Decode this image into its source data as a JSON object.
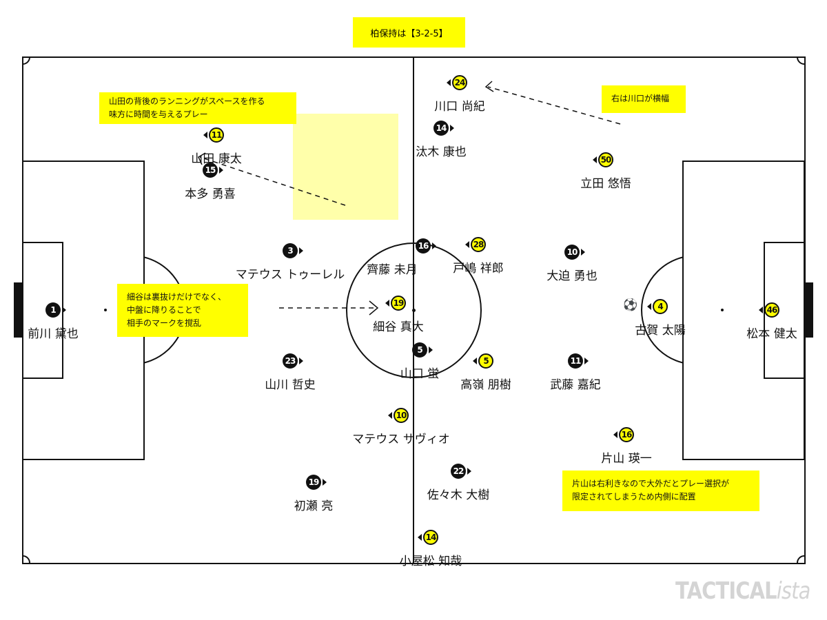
{
  "title": "柏保持は【3-2-5】",
  "notes": {
    "yamada": [
      "山田の背後のランニングがスペースを作る",
      "味方に時間を与えるプレー"
    ],
    "hosoya": [
      "細谷は裏抜けだけでなく、",
      "中盤に降りることで",
      "相手のマークを撹乱"
    ],
    "kawaguchi": [
      "右は川口が横幅"
    ],
    "katayama": [
      "片山は右利きなので大外だとプレー選択が",
      "限定されてしまうため内側に配置"
    ]
  },
  "black_team": [
    {
      "number": "1",
      "name": "前川 黛也"
    },
    {
      "number": "15",
      "name": "本多 勇喜"
    },
    {
      "number": "3",
      "name": "マテウス トゥーレル"
    },
    {
      "number": "23",
      "name": "山川 哲史"
    },
    {
      "number": "19",
      "name": "初瀬 亮"
    },
    {
      "number": "16",
      "name": "齊藤 未月"
    },
    {
      "number": "14",
      "name": "汰木 康也"
    },
    {
      "number": "5",
      "name": "山口 蛍"
    },
    {
      "number": "22",
      "name": "佐々木 大樹"
    },
    {
      "number": "10",
      "name": "大迫 勇也"
    },
    {
      "number": "11",
      "name": "武藤 嘉紀"
    }
  ],
  "yellow_team": [
    {
      "number": "11",
      "name": "山田 康太"
    },
    {
      "number": "24",
      "name": "川口 尚紀"
    },
    {
      "number": "50",
      "name": "立田 悠悟"
    },
    {
      "number": "28",
      "name": "戸嶋 祥郎"
    },
    {
      "number": "19",
      "name": "細谷 真大"
    },
    {
      "number": "5",
      "name": "高嶺 朋樹"
    },
    {
      "number": "10",
      "name": "マテウス サヴィオ"
    },
    {
      "number": "16",
      "name": "片山 瑛一"
    },
    {
      "number": "14",
      "name": "小屋松 知哉"
    },
    {
      "number": "4",
      "name": "古賀 太陽"
    },
    {
      "number": "46",
      "name": "松本 健太"
    }
  ],
  "logo": {
    "main": "TACTICAL",
    "sub": "ista"
  },
  "colors": {
    "highlight": "#ffff00",
    "space": "#ffffaa",
    "line": "#111111"
  }
}
